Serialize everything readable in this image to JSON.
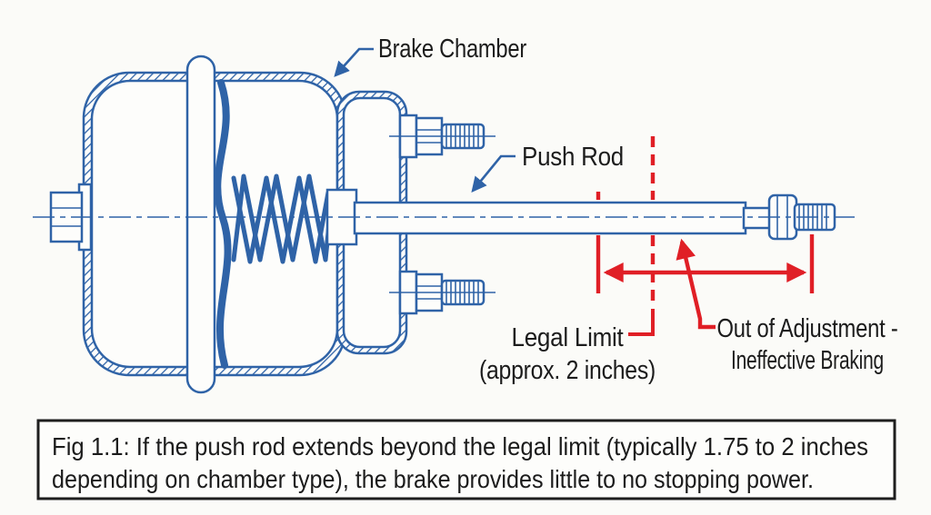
{
  "figure": {
    "labels": {
      "brake_chamber": "Brake Chamber",
      "push_rod": "Push Rod",
      "legal_limit_line1": "Legal Limit",
      "legal_limit_line2": "(approx. 2 inches)",
      "out_of_adjustment_line1": "Out of Adjustment -",
      "out_of_adjustment_line2": "Ineffective Braking"
    },
    "caption": {
      "line1": "Fig 1.1: If the push rod extends beyond the legal limit (typically 1.75 to 2 inches",
      "line2": "depending on chamber type), the brake provides little to no stopping power."
    }
  },
  "colors": {
    "drawing_blue": "#2f63a7",
    "annotation_red": "#e01f26",
    "text_black": "#1c1c1c",
    "background": "#fbfbf8",
    "caption_border": "#1e1e1e"
  }
}
